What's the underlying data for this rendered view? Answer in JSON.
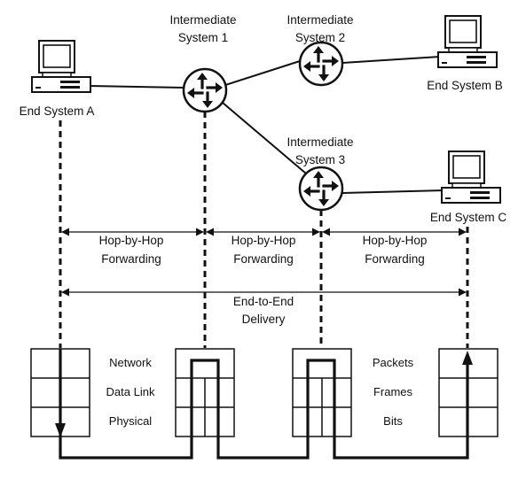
{
  "diagram": {
    "nodes": {
      "end_system_a": {
        "label": "End System A"
      },
      "end_system_b": {
        "label": "End System B"
      },
      "end_system_c": {
        "label": "End System C"
      },
      "intermediate_1": {
        "label_line1": "Intermediate",
        "label_line2": "System 1"
      },
      "intermediate_2": {
        "label_line1": "Intermediate",
        "label_line2": "System 2"
      },
      "intermediate_3": {
        "label_line1": "Intermediate",
        "label_line2": "System 3"
      }
    },
    "spans": {
      "hop1": {
        "line1": "Hop-by-Hop",
        "line2": "Forwarding"
      },
      "hop2": {
        "line1": "Hop-by-Hop",
        "line2": "Forwarding"
      },
      "hop3": {
        "line1": "Hop-by-Hop",
        "line2": "Forwarding"
      },
      "end_to_end": {
        "line1": "End-to-End",
        "line2": "Delivery"
      }
    },
    "layers": {
      "network": "Network",
      "data_link": "Data Link",
      "physical": "Physical"
    },
    "units": {
      "packets": "Packets",
      "frames": "Frames",
      "bits": "Bits"
    },
    "colors": {
      "stroke": "#111111",
      "screen": "#ffffff",
      "background": "#ffffff"
    },
    "icons": {
      "computer": "desktop-computer-icon",
      "router": "router-icon"
    }
  }
}
